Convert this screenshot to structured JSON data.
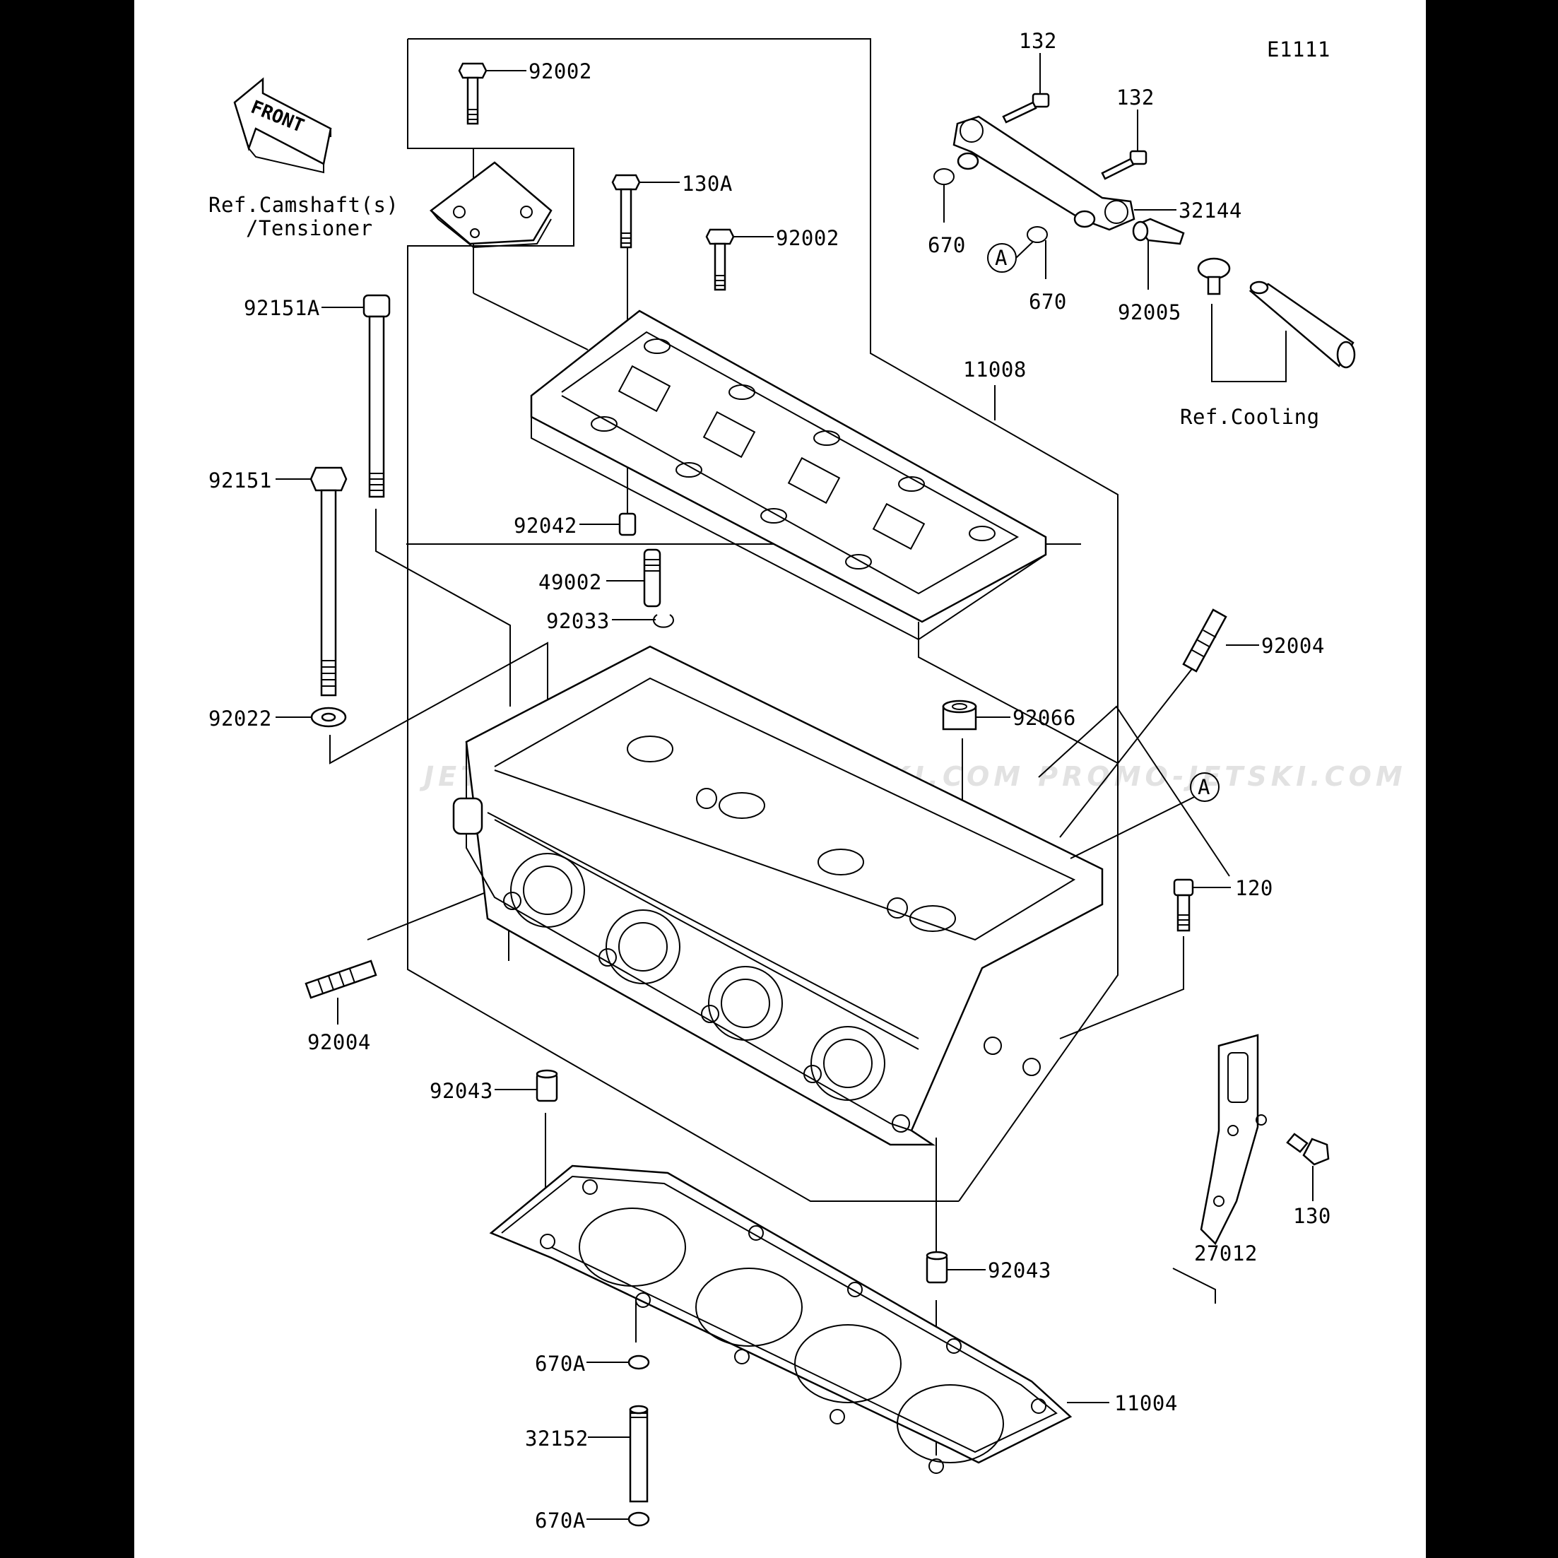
{
  "diagram_code": "E1111",
  "front_arrow_text": "FRONT",
  "watermark": "JETSKI.COM  PROMO-JETSKI.COM  PROMO-JETSKI.COM",
  "refs": {
    "camshaft_line1": "Ref.Camshaft(s)",
    "camshaft_line2": "/Tensioner",
    "cooling": "Ref.Cooling"
  },
  "callout_marker": "A",
  "labels": {
    "p92002_top": "92002",
    "p130A": "130A",
    "p92002_mid": "92002",
    "p92151A": "92151A",
    "p92151": "92151",
    "p92042": "92042",
    "p49002": "49002",
    "p92033": "92033",
    "p92022": "92022",
    "p92004_left": "92004",
    "p92043_left": "92043",
    "p670A_top": "670A",
    "p32152": "32152",
    "p670A_bot": "670A",
    "p132_a": "132",
    "p132_b": "132",
    "p32144": "32144",
    "p670_a": "670",
    "p670_b": "670",
    "p92005": "92005",
    "p11008": "11008",
    "p92004_right": "92004",
    "p92066": "92066",
    "p120": "120",
    "p130": "130",
    "p27012": "27012",
    "p92043_right": "92043",
    "p11004": "11004"
  }
}
